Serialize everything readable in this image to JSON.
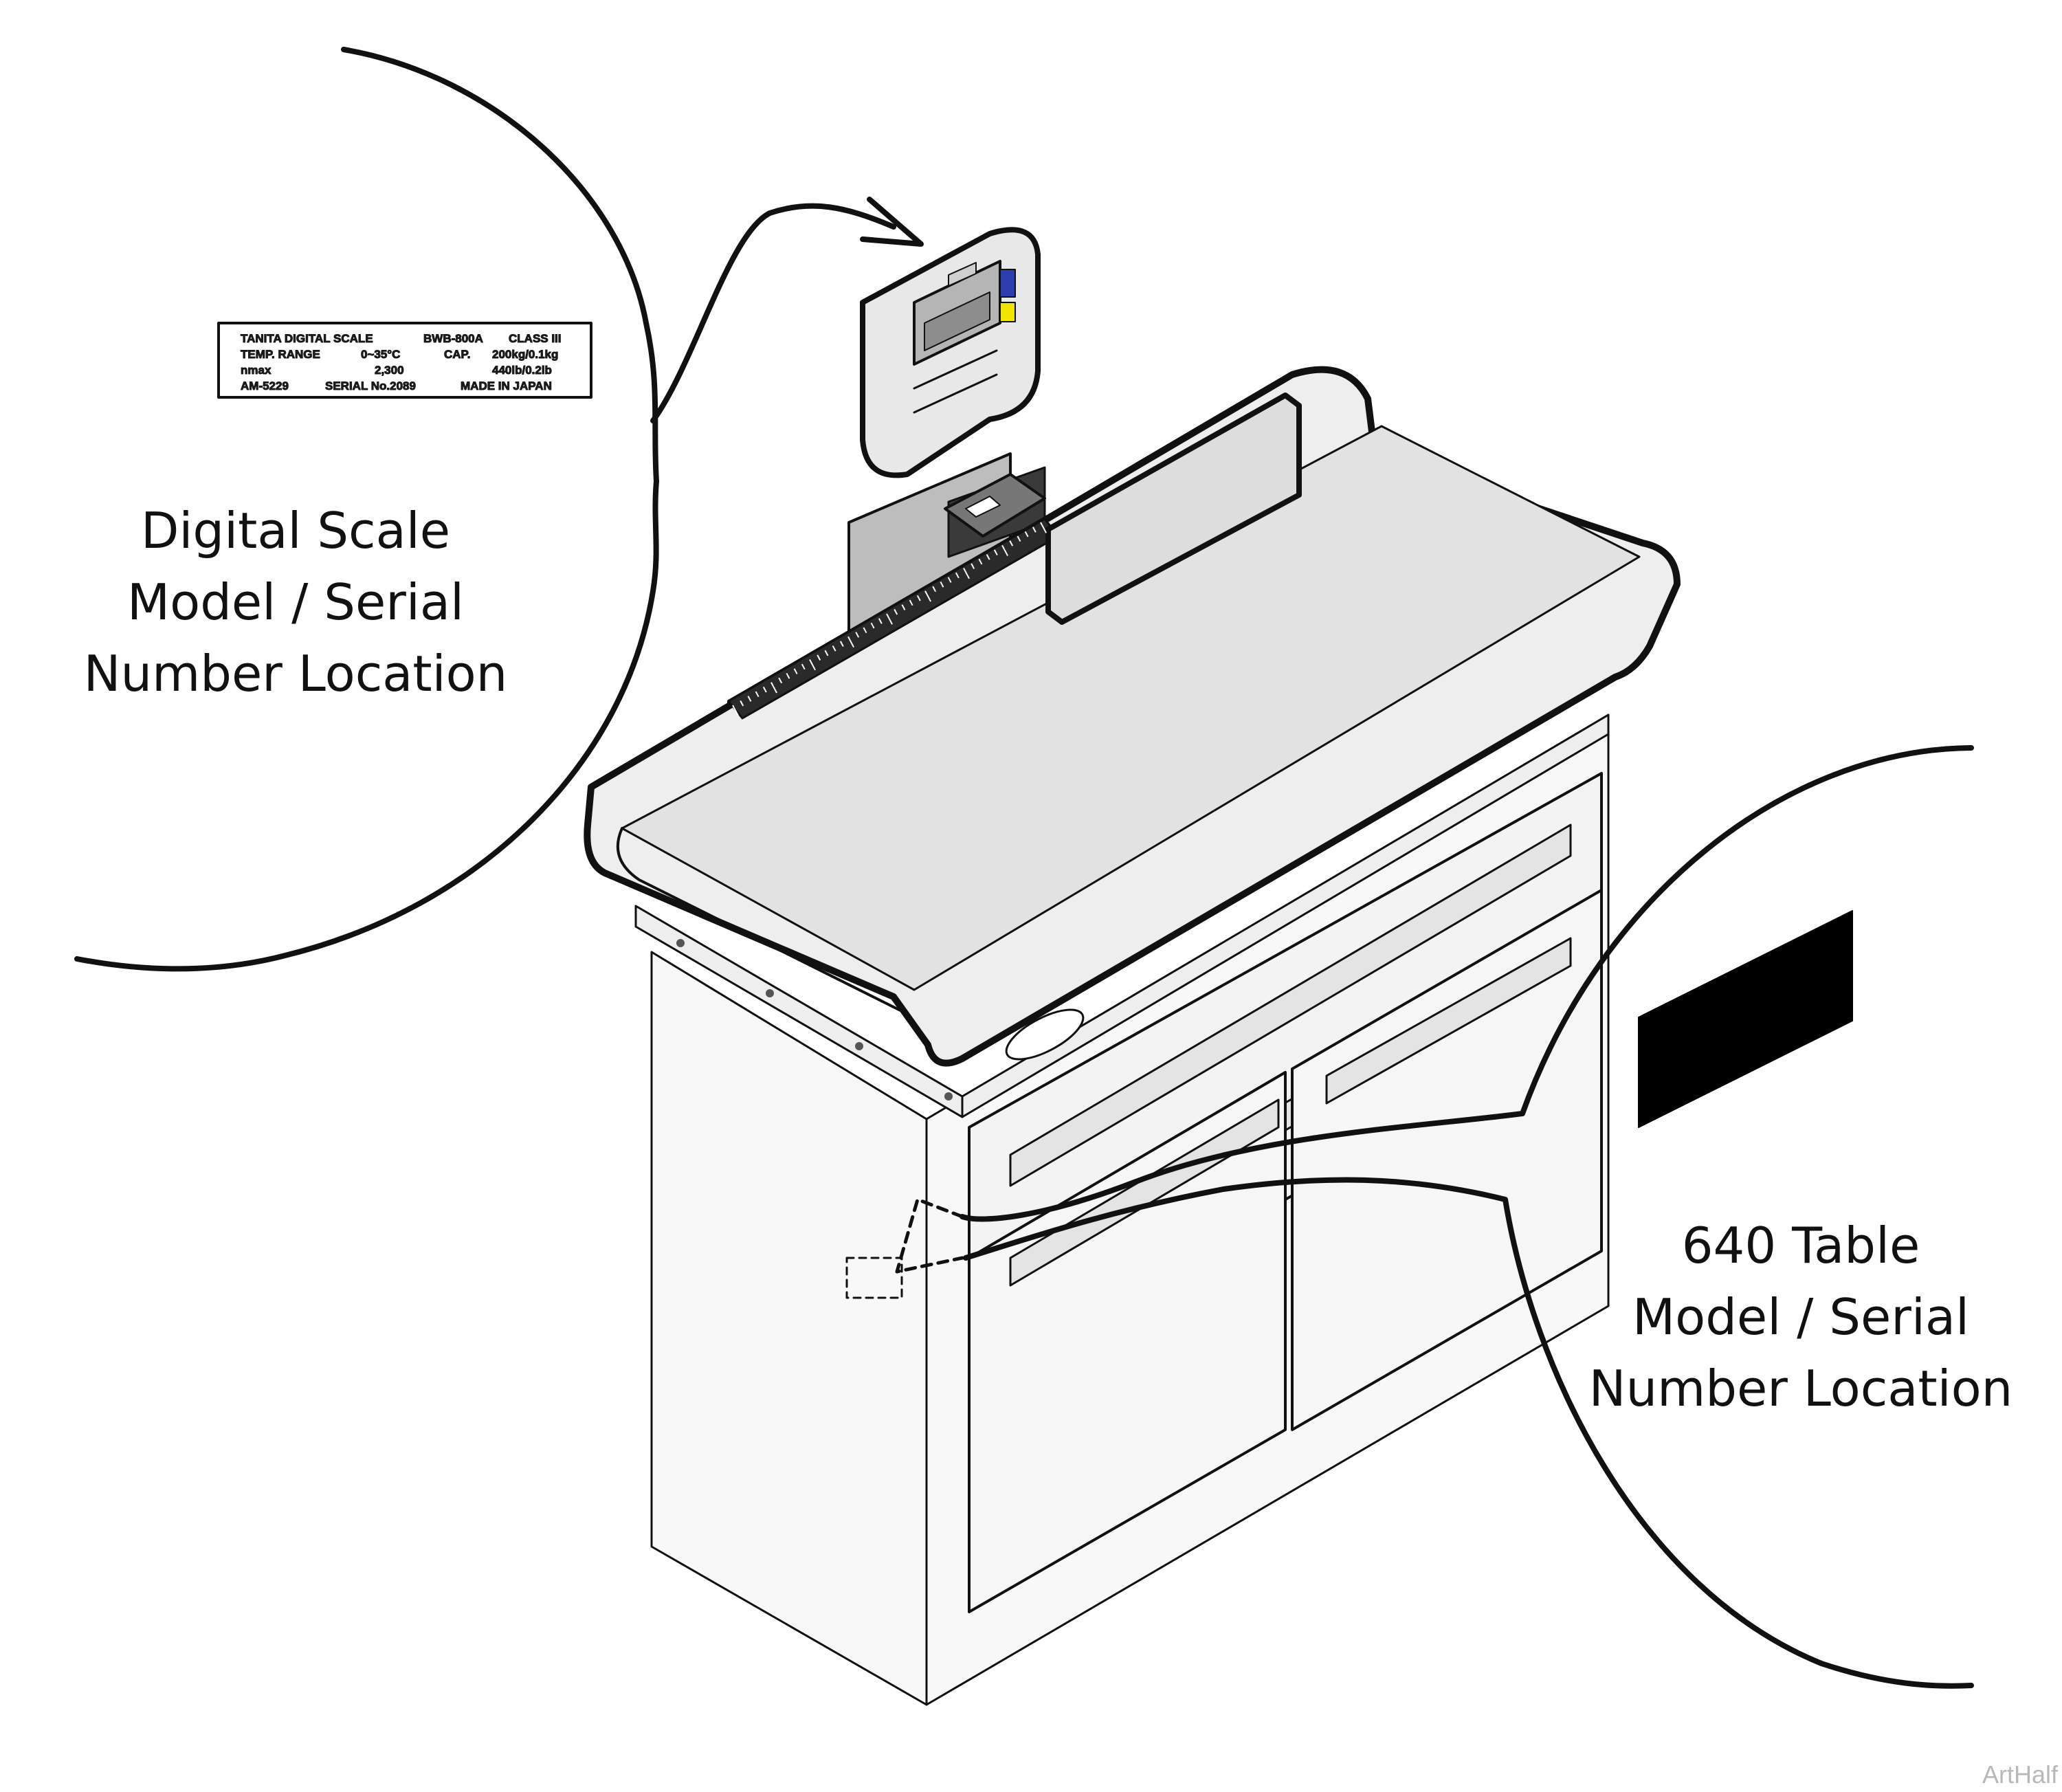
{
  "callouts": {
    "scale": {
      "line1": "Digital Scale",
      "line2": "Model / Serial",
      "line3": "Number Location"
    },
    "table": {
      "line1": "640 Table",
      "line2": "Model / Serial",
      "line3": "Number Location"
    }
  },
  "scale_label_plate": {
    "row1": [
      "TANITA DIGITAL SCALE",
      "BWB-800A",
      "CLASS III"
    ],
    "row2": [
      "TEMP. RANGE",
      "0~35°C",
      "CAP.",
      "200kg/0.1kg"
    ],
    "row3": [
      "nmax",
      "2,300",
      "440lb/0.2lb"
    ],
    "row4": [
      "AM-5229",
      "SERIAL No.2089",
      "MADE IN JAPAN"
    ]
  },
  "watermark": "ArtHalf",
  "colors": {
    "outline": "#111111",
    "tray_top": "#e6e6e6",
    "cabinet": "#f7f7f7",
    "shadow": "#555555",
    "table_serial_plate": "#000000",
    "scale_key_blue": "#2d3fb0",
    "scale_key_yellow": "#f1e400"
  }
}
